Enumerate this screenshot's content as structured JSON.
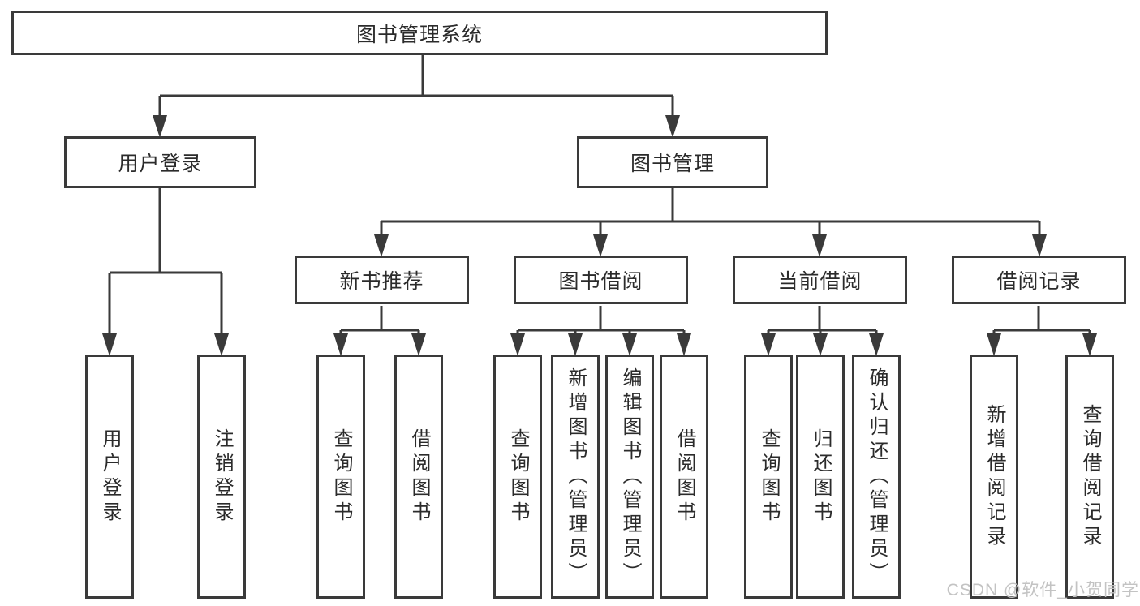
{
  "colors": {
    "background": "#ffffff",
    "line": "#3a3a3a",
    "box_border": "#3a3a3a",
    "box_fill": "#ffffff",
    "text": "#2b2b2b",
    "watermark": "#c3c3c3"
  },
  "diagram": {
    "root": "图书管理系统",
    "user_login": "用户登录",
    "book_management": "图书管理",
    "user_login_leaves": [
      "用户登录",
      "注销登录"
    ],
    "groups": [
      {
        "header": "新书推荐",
        "leaves": [
          "查询图书",
          "借阅图书"
        ]
      },
      {
        "header": "图书借阅",
        "leaves": [
          "查询图书",
          "新增图书（管理员）",
          "编辑图书（管理员）",
          "借阅图书"
        ]
      },
      {
        "header": "当前借阅",
        "leaves": [
          "查询图书",
          "归还图书",
          "确认归还（管理员）"
        ]
      },
      {
        "header": "借阅记录",
        "leaves": [
          "新增借阅记录",
          "查询借阅记录"
        ]
      }
    ]
  },
  "watermark": "CSDN @软件_小贺同学"
}
